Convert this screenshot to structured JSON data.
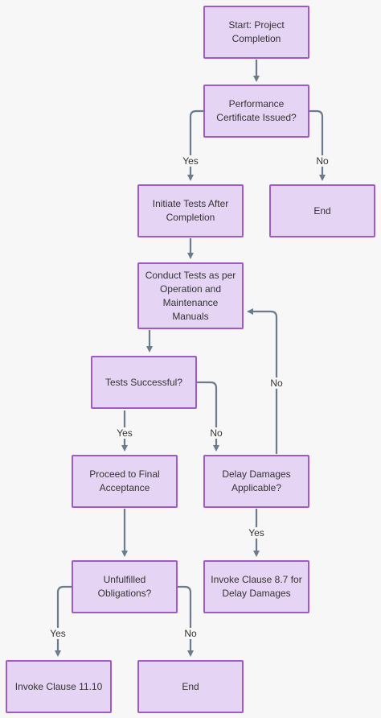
{
  "nodes": {
    "start": "Start: Project Completion",
    "perf_cert": "Performance Certificate Issued?",
    "initiate_tests": "Initiate Tests After Completion",
    "end_top": "End",
    "conduct_tests": "Conduct Tests as per Operation and Maintenance Manuals",
    "tests_successful": "Tests Successful?",
    "final_acceptance": "Proceed to Final Acceptance",
    "delay_damages": "Delay Damages Applicable?",
    "unfulfilled": "Unfulfilled Obligations?",
    "clause_87": "Invoke Clause 8.7 for Delay Damages",
    "clause_1110": "Invoke Clause 11.10",
    "end_bottom": "End"
  },
  "edge_labels": {
    "perf_yes": "Yes",
    "perf_no": "No",
    "tests_yes": "Yes",
    "tests_no": "No",
    "delay_no": "No",
    "delay_yes": "Yes",
    "unf_yes": "Yes",
    "unf_no": "No"
  },
  "colors": {
    "node_fill": "#e6d4f4",
    "node_border": "#a05ac8",
    "edge": "#6b7b8c"
  }
}
